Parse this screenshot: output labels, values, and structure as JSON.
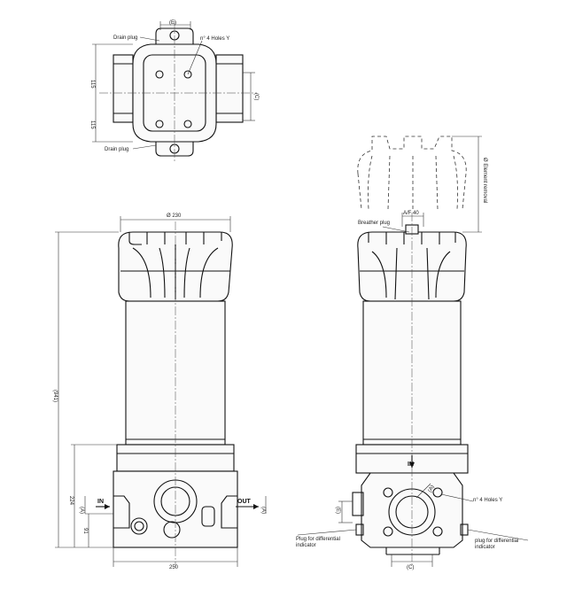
{
  "top_view": {
    "dim_e": "(E)",
    "drain_plug_top": "Drain plug",
    "holes": "n° 4 Holes Y",
    "dim_115_top": "115",
    "dim_115_bottom": "115",
    "dim_c": "(C)",
    "drain_plug_bottom": "Drain plug"
  },
  "front_view": {
    "diameter": "Ø 230",
    "height": "(941)",
    "dim_224": "224",
    "dim_91": "91",
    "dim_a_left": "(A)",
    "dim_a_right": "(A)",
    "in_label": "IN",
    "out_label": "OUT",
    "width": "250"
  },
  "side_view": {
    "element_removal": "Ø Element removal",
    "af": "A/F 40",
    "breather": "Breather plug",
    "in_label": "IN",
    "dim_a": "(A)",
    "dim_e": "(E)",
    "holes": "n° 4 Holes Y",
    "plug_left_1": "Plug for differential",
    "plug_left_2": "indicator",
    "plug_right_1": "plug for differential",
    "plug_right_2": "indicator",
    "dim_c": "(C)"
  }
}
